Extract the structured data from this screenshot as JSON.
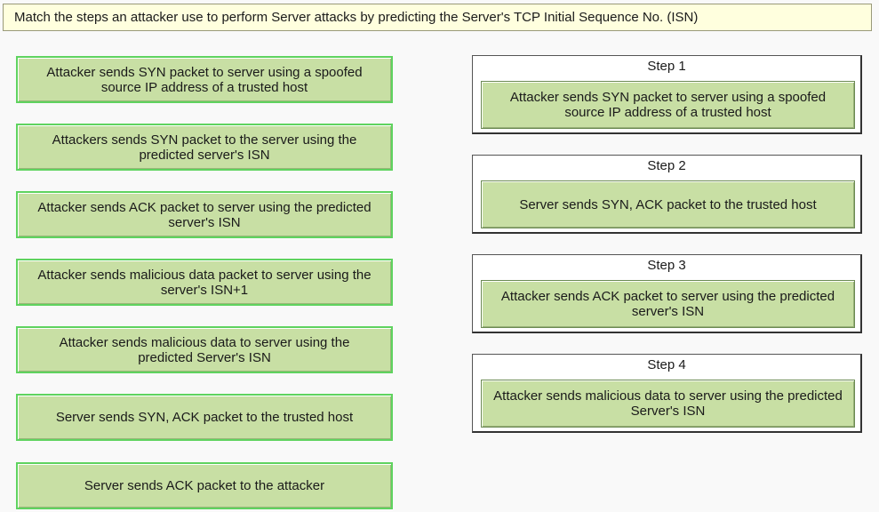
{
  "instruction": "Match the steps an attacker use to perform Server attacks by predicting the Server's TCP Initial Sequence No. (ISN)",
  "options": [
    "Attacker sends SYN packet to server using a spoofed source IP address of a trusted host",
    "Attackers sends SYN packet to the server using the predicted server's ISN",
    "Attacker sends ACK packet to server using the predicted server's ISN",
    "Attacker sends malicious data packet to server using the server's ISN+1",
    "Attacker sends malicious data to server using the predicted Server's ISN",
    "Server sends SYN, ACK packet to the trusted host",
    "Server sends ACK packet to the attacker"
  ],
  "steps": [
    {
      "label": "Step 1",
      "answer": "Attacker sends SYN packet to server using a spoofed source IP address of a trusted host"
    },
    {
      "label": "Step 2",
      "answer": "Server sends SYN, ACK packet to the trusted host"
    },
    {
      "label": "Step 3",
      "answer": "Attacker sends ACK packet to server using the predicted server's ISN"
    },
    {
      "label": "Step 4",
      "answer": "Attacker sends malicious data to server using the predicted Server's ISN"
    }
  ],
  "colors": {
    "tile_fill": "#c8dfa4",
    "tile_border": "#5fd35f",
    "instruction_bg": "#ffffde"
  }
}
